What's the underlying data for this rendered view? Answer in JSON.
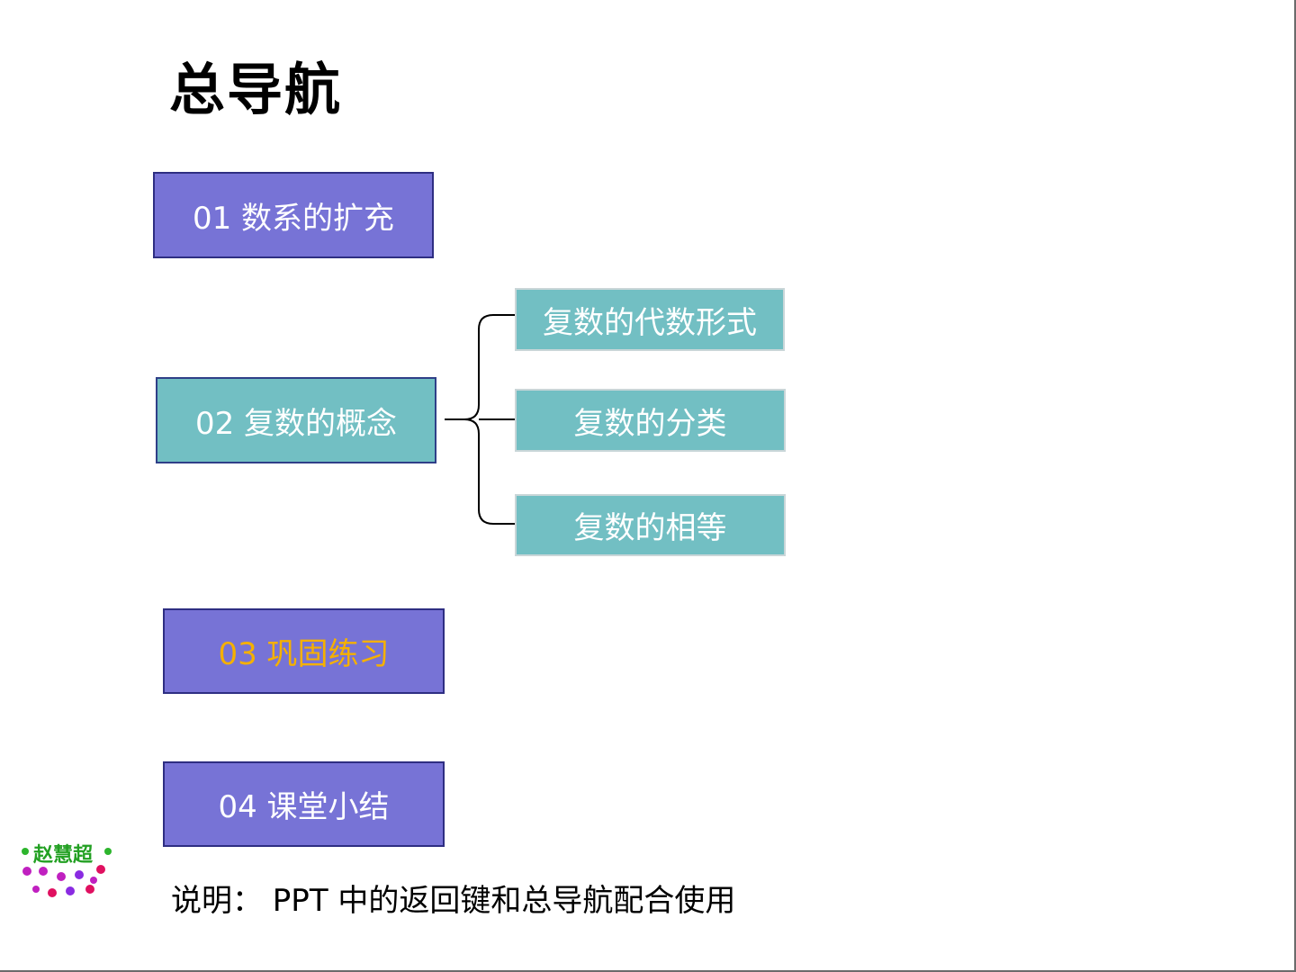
{
  "slide": {
    "title": "总导航",
    "nav": [
      {
        "label": "01 数系的扩充"
      },
      {
        "label": "02 复数的概念"
      },
      {
        "label": "03 巩固练习"
      },
      {
        "label": "04 课堂小结"
      }
    ],
    "sub_nav": [
      {
        "label": "复数的代数形式"
      },
      {
        "label": "复数的分类"
      },
      {
        "label": "复数的相等"
      }
    ],
    "note": "说明： PPT 中的返回键和总导航配合使用",
    "logo_text": "赵慧超",
    "colors": {
      "purple_button": "#7773d6",
      "teal_button": "#72bfc3",
      "current_item_text": "#f5b000",
      "button_text": "#ffffff"
    }
  }
}
